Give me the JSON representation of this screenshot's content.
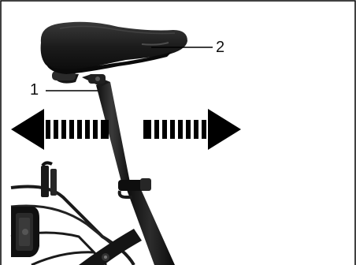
{
  "figure": {
    "callouts": [
      {
        "number": "1",
        "part": "seat-post-clamp"
      },
      {
        "number": "2",
        "part": "saddle"
      }
    ],
    "arrows": [
      "left-dashed-arrow",
      "right-dashed-arrow"
    ],
    "colors": {
      "frame": "#141414",
      "saddle": "#1c1c1c",
      "arrow": "#000000",
      "border": "#000000",
      "background": "#ffffff"
    }
  }
}
